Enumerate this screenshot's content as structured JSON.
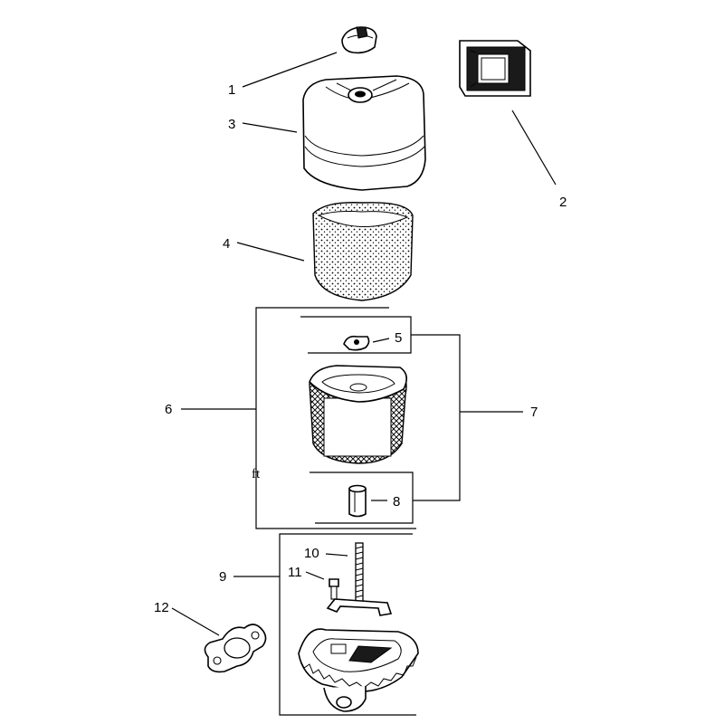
{
  "diagram": {
    "callouts": [
      {
        "id": "1",
        "text": "1"
      },
      {
        "id": "2",
        "text": "2"
      },
      {
        "id": "3",
        "text": "3"
      },
      {
        "id": "4",
        "text": "4"
      },
      {
        "id": "5",
        "text": "5"
      },
      {
        "id": "6",
        "text": "6"
      },
      {
        "id": "7",
        "text": "7"
      },
      {
        "id": "8",
        "text": "8"
      },
      {
        "id": "9",
        "text": "9"
      },
      {
        "id": "10",
        "text": "10"
      },
      {
        "id": "11",
        "text": "11"
      },
      {
        "id": "12",
        "text": "12"
      }
    ],
    "stray_text": "ft"
  }
}
